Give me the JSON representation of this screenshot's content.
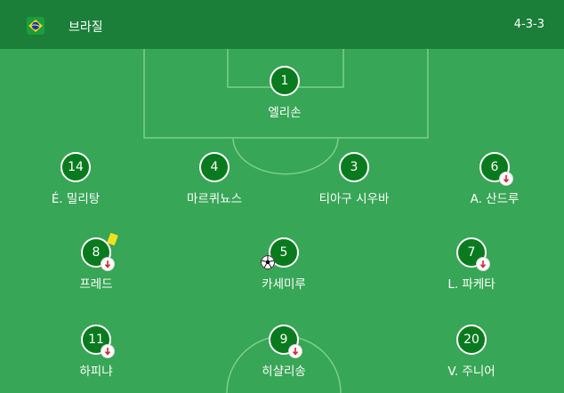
{
  "header": {
    "team_name": "브라질",
    "formation": "4-3-3",
    "flag_icon": "brazil-flag-icon"
  },
  "colors": {
    "header_bg": "#1b7f3a",
    "pitch": "#37a656",
    "player_badge": "#0a7a1e",
    "yellow_card": "#f5e020",
    "sub_arrow": "#d21f2a"
  },
  "players": [
    {
      "number": "1",
      "name": "엘리손",
      "position": "GK",
      "sub": false
    },
    {
      "number": "14",
      "name": "É. 밀리탕",
      "position": "DF",
      "sub": false
    },
    {
      "number": "4",
      "name": "마르퀴뇨스",
      "position": "DF",
      "sub": false
    },
    {
      "number": "3",
      "name": "티아구 시우바",
      "position": "DF",
      "sub": false
    },
    {
      "number": "6",
      "name": "A. 산드루",
      "position": "DF",
      "sub": true
    },
    {
      "number": "8",
      "name": "프레드",
      "position": "MF",
      "sub": true,
      "yellow_card": true
    },
    {
      "number": "5",
      "name": "카세미루",
      "position": "MF",
      "goal": true
    },
    {
      "number": "7",
      "name": "L. 파케타",
      "position": "MF",
      "sub": true
    },
    {
      "number": "11",
      "name": "하피냐",
      "position": "FW",
      "sub": true
    },
    {
      "number": "9",
      "name": "히샬리송",
      "position": "FW",
      "sub": true
    },
    {
      "number": "20",
      "name": "V. 주니어",
      "position": "FW",
      "sub": false
    }
  ]
}
